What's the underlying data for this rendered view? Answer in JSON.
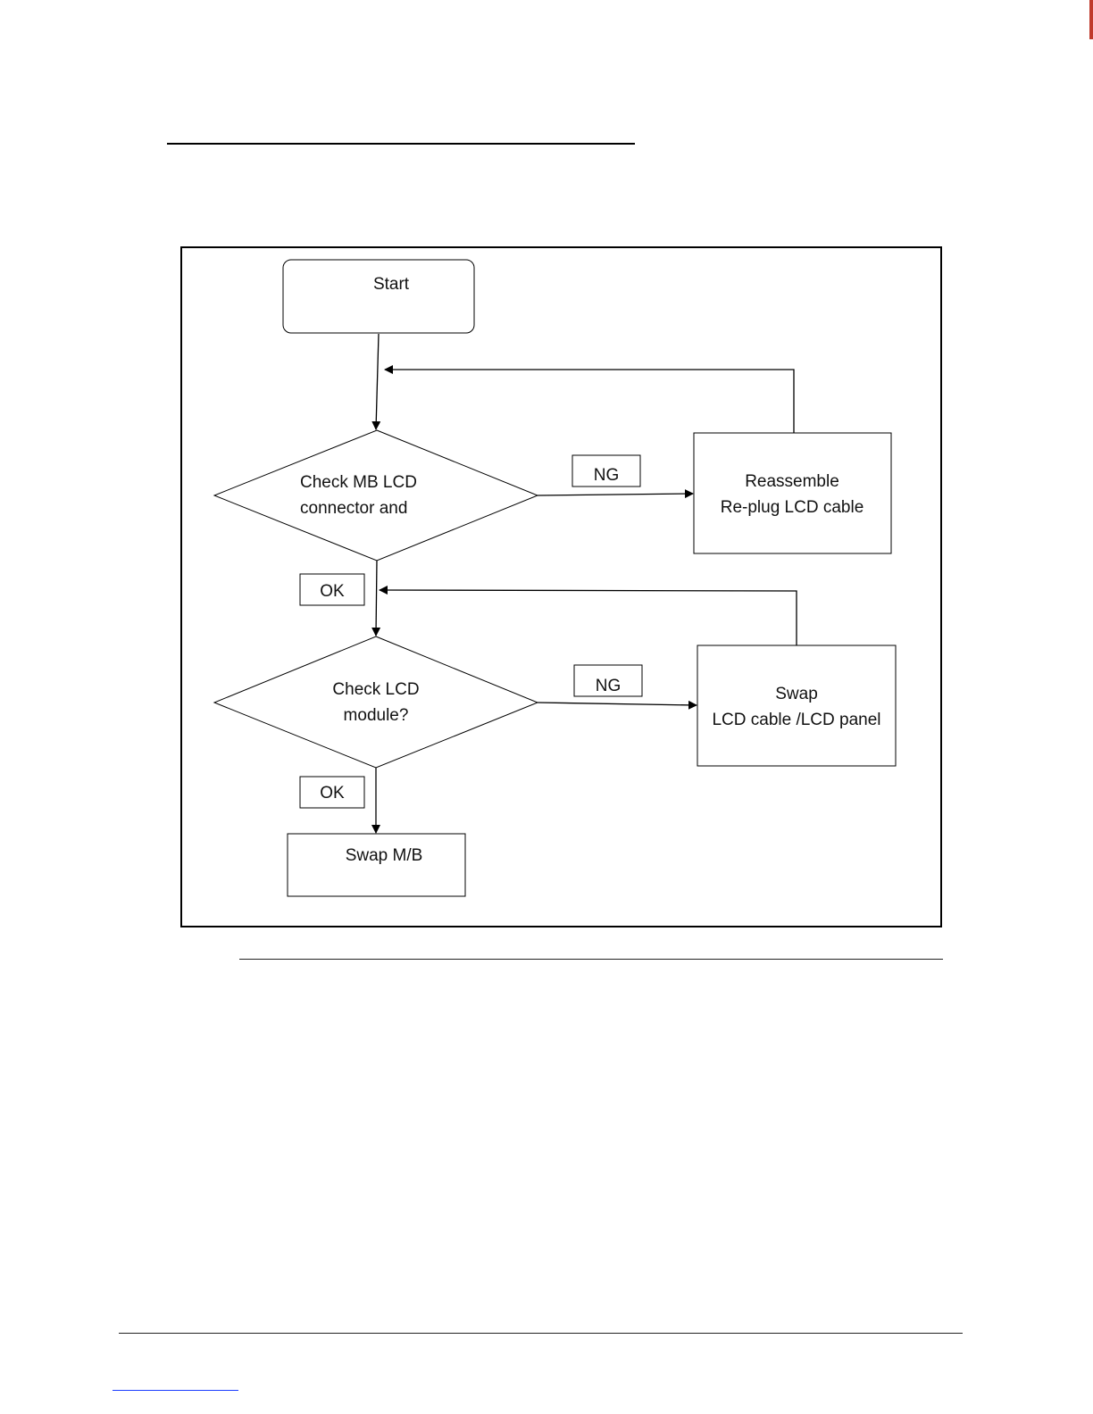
{
  "flowchart": {
    "start": {
      "label": "Start"
    },
    "decision_mb_connector": {
      "line1": "Check MB LCD",
      "line2": "connector and"
    },
    "reassemble": {
      "line1": "Reassemble",
      "line2": "Re-plug LCD cable"
    },
    "decision_lcd_module": {
      "line1": "Check LCD",
      "line2": "module?"
    },
    "swap_lcd": {
      "line1": "Swap",
      "line2": "LCD cable /LCD panel"
    },
    "swap_mb": {
      "label": "Swap M/B"
    },
    "ng_label_1": "NG",
    "ng_label_2": "NG",
    "ok_label_1": "OK",
    "ok_label_2": "OK"
  }
}
